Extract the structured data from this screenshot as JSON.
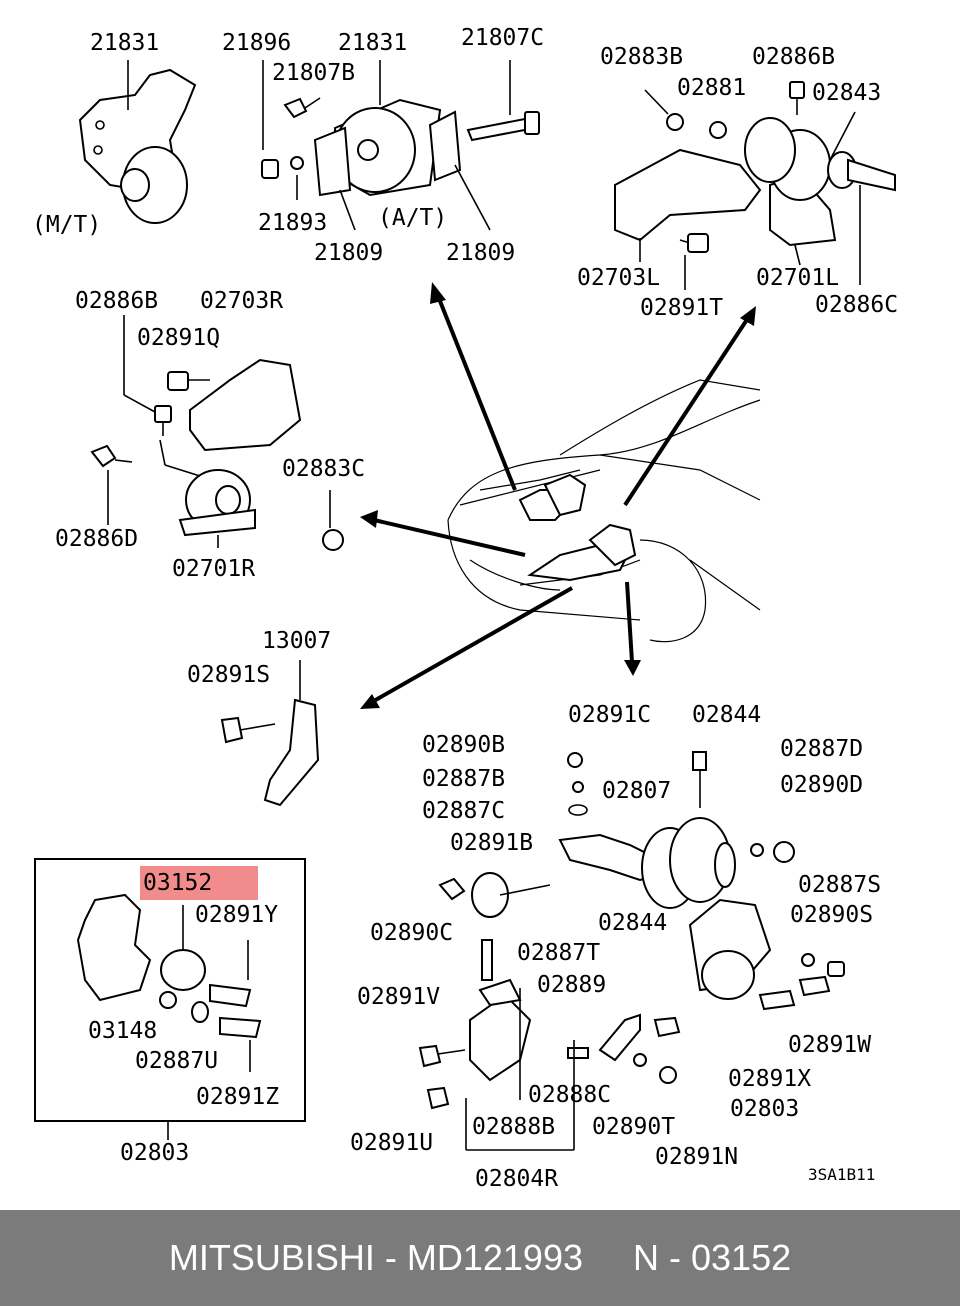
{
  "labels": {
    "l21831a": "21831",
    "l21896": "21896",
    "l21831b": "21831",
    "l21807c": "21807C",
    "l21807b": "21807B",
    "lmt": "(M/T)",
    "lat": "(A/T)",
    "l21893": "21893",
    "l21809a": "21809",
    "l21809b": "21809",
    "l02883b": "02883B",
    "l02886b_top": "02886B",
    "l02881": "02881",
    "l02843": "02843",
    "l02703l": "02703L",
    "l02701l": "02701L",
    "l02891t": "02891T",
    "l02886c": "02886C",
    "l02886b_left": "02886B",
    "l02703r": "02703R",
    "l02891q": "02891Q",
    "l02883c": "02883C",
    "l02886d": "02886D",
    "l02701r": "02701R",
    "l13007": "13007",
    "l02891s": "02891S",
    "l02891c": "02891C",
    "l02844a": "02844",
    "l02890b": "02890B",
    "l02887d": "02887D",
    "l02887b": "02887B",
    "l02890d": "02890D",
    "l02887c": "02887C",
    "l02807": "02807",
    "l02891b": "02891B",
    "l02887s": "02887S",
    "l02890s": "02890S",
    "l02890c": "02890C",
    "l02844b": "02844",
    "l02887t": "02887T",
    "l02889": "02889",
    "l02891v": "02891V",
    "l02891w": "02891W",
    "l02891x": "02891X",
    "l02888c": "02888C",
    "l02803b": "02803",
    "l02888b": "02888B",
    "l02890t": "02890T",
    "l02891u": "02891U",
    "l02891n": "02891N",
    "l02804r": "02804R",
    "code": "3SA1B11",
    "l03152": "03152",
    "l02891y": "02891Y",
    "l03148": "03148",
    "l02887u": "02887U",
    "l02891z": "02891Z",
    "l02803": "02803"
  },
  "highlight_color": "#f07878",
  "footer": {
    "text": "MITSUBISHI - MD121993     N - 03152"
  }
}
